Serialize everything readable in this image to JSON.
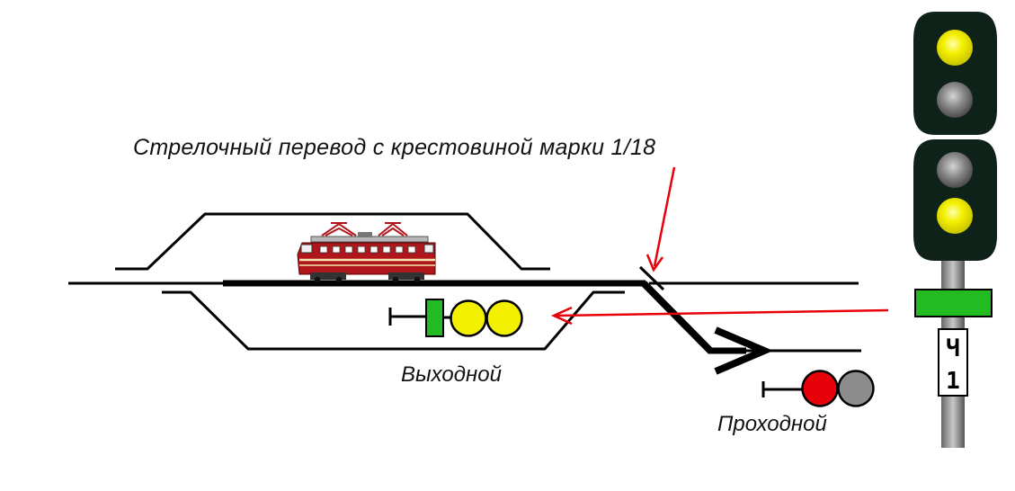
{
  "labels": {
    "switch_caption": "Стрелочный перевод с крестовиной марки 1/18",
    "exit_signal": "Выходной",
    "block_signal": "Проходной"
  },
  "mast_plate": {
    "line1": "Ч",
    "line2": "1"
  },
  "colors": {
    "track": "#000000",
    "arrow": "#e8000b",
    "lamp_yellow": "#f2ef00",
    "lamp_red": "#e8000b",
    "lamp_off": "#8c8c8c",
    "signal_body": "#0f2219",
    "marker_green": "#22bb22",
    "locomotive": "#b0171c"
  },
  "signals": {
    "exit": {
      "lamps": [
        "yellow",
        "yellow"
      ],
      "marker": "green"
    },
    "block": {
      "lamps": [
        "red",
        "off"
      ]
    },
    "main": {
      "upper_head": [
        "yellow",
        "off"
      ],
      "lower_head": [
        "off",
        "yellow"
      ]
    }
  }
}
